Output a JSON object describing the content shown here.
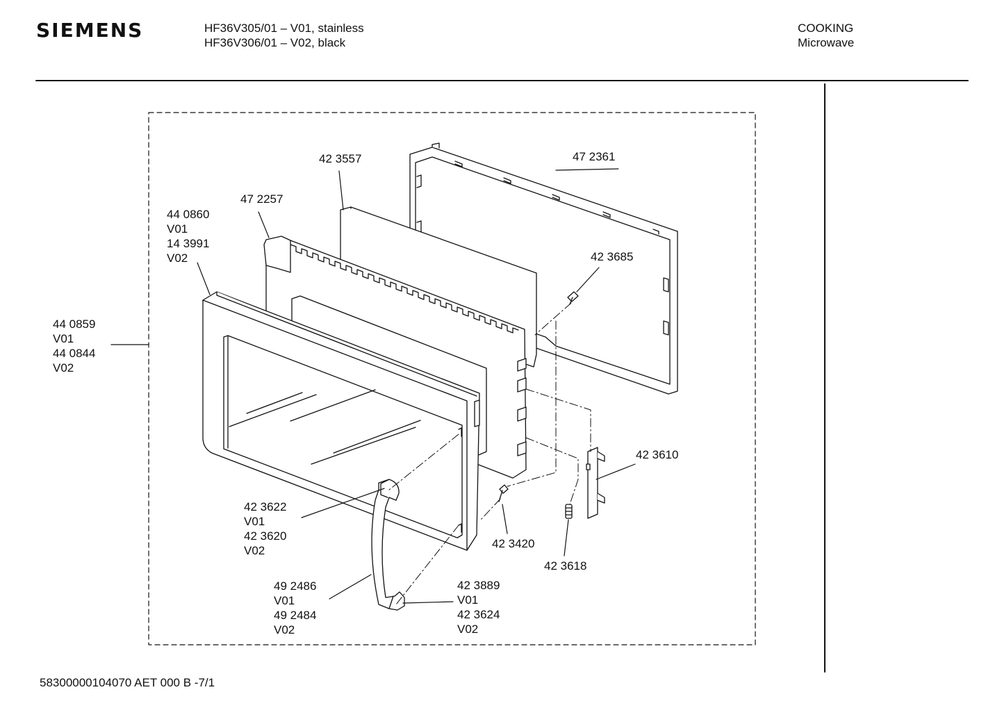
{
  "header": {
    "brand": "SIEMENS",
    "model_line_1": "HF36V305/01 – V01, stainless",
    "model_line_2": "HF36V306/01 – V02, black",
    "category": "COOKING",
    "subcategory": "Microwave"
  },
  "footer": {
    "doc_code": "58300000104070 AET 000 B  -7/1"
  },
  "callouts": [
    {
      "id": "c1",
      "lines": [
        "42 3557"
      ]
    },
    {
      "id": "c2",
      "lines": [
        "47 2361"
      ]
    },
    {
      "id": "c3",
      "lines": [
        "47 2257"
      ]
    },
    {
      "id": "c4",
      "lines": [
        "44 0860",
        "V01",
        "14 3991",
        "V02"
      ]
    },
    {
      "id": "c5",
      "lines": [
        "42 3685"
      ]
    },
    {
      "id": "c6",
      "lines": [
        "44 0859",
        "V01",
        "44 0844",
        "V02"
      ]
    },
    {
      "id": "c7",
      "lines": [
        "42 3610"
      ]
    },
    {
      "id": "c8",
      "lines": [
        "42 3622",
        "V01",
        "42 3620",
        "V02"
      ]
    },
    {
      "id": "c9",
      "lines": [
        "42 3420"
      ]
    },
    {
      "id": "c10",
      "lines": [
        "42 3618"
      ]
    },
    {
      "id": "c11",
      "lines": [
        "49 2486",
        "V01",
        "49 2484",
        "V02"
      ]
    },
    {
      "id": "c12",
      "lines": [
        "42 3889",
        "V01",
        "42 3624",
        "V02"
      ]
    }
  ]
}
